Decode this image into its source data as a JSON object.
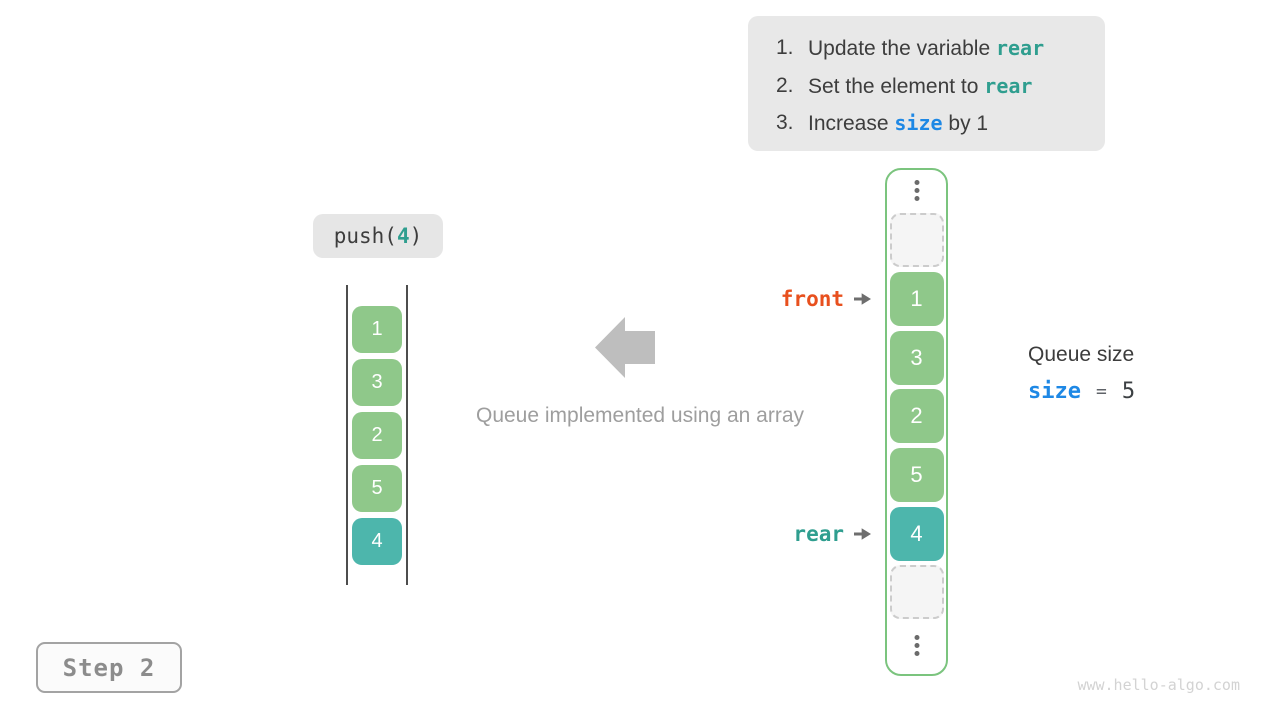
{
  "instructions": {
    "items": [
      {
        "number": "1.",
        "before": "Update the variable ",
        "code": "rear",
        "after": ""
      },
      {
        "number": "2.",
        "before": "Set the element to ",
        "code": "rear",
        "after": ""
      },
      {
        "number": "3.",
        "before": "Increase ",
        "code": "size",
        "after": " by 1"
      }
    ]
  },
  "operation": {
    "prefix": "push(",
    "arg": "4",
    "suffix": ")"
  },
  "left_queue": {
    "values": [
      "1",
      "3",
      "2",
      "5",
      "4"
    ]
  },
  "caption": "Queue implemented using an array",
  "array": {
    "cells": [
      "1",
      "3",
      "2",
      "5",
      "4"
    ],
    "front_label": "front",
    "rear_label": "rear"
  },
  "queue_size": {
    "title": "Queue size",
    "variable": "size",
    "equals": "=",
    "value": "5"
  },
  "step_label": "Step 2",
  "watermark": "www.hello-algo.com",
  "icons": {
    "flow_arrow": "arrow-left",
    "pointer_arrow": "arrow-right",
    "ellipsis": "vertical-dots"
  },
  "colors": {
    "cell_green": "#8FC88A",
    "cell_teal": "#4DB6AC",
    "keyword_teal": "#2F9E8F",
    "keyword_blue": "#1E88E5",
    "front_orange": "#E8501E",
    "list_background": "#E8E8E8",
    "container_border": "#7BC47E"
  }
}
